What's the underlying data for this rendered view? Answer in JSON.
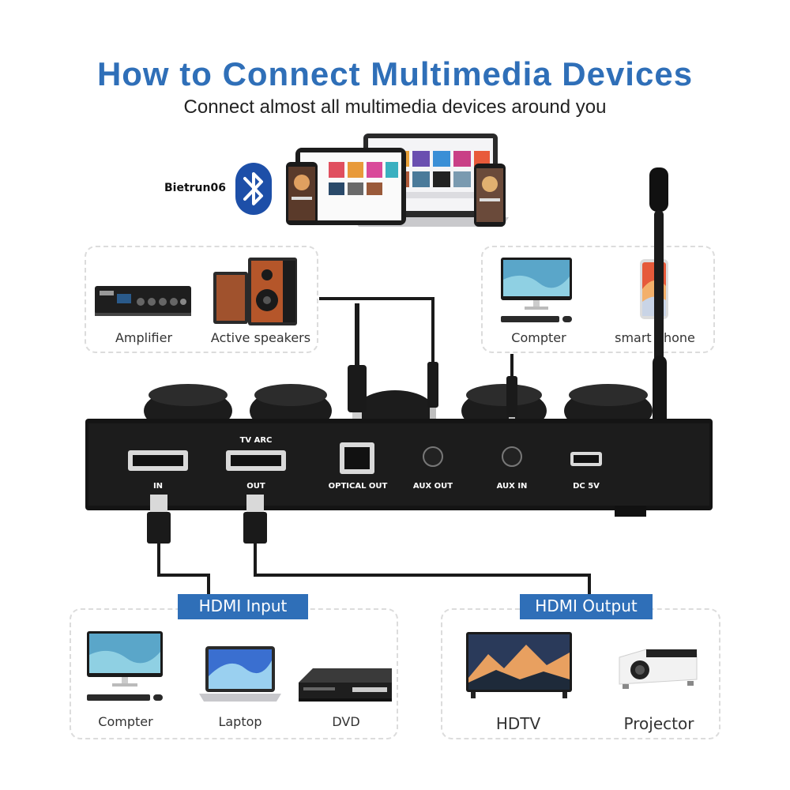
{
  "header": {
    "title": "How to Connect Multimedia Devices",
    "subtitle": "Connect almost all multimedia devices around you"
  },
  "bluetooth": {
    "device_name": "Bietrun06",
    "icon": "bluetooth-icon"
  },
  "output_devices_top": {
    "items": [
      {
        "label": "Amplifier",
        "icon": "amplifier-icon"
      },
      {
        "label": "Active speakers",
        "icon": "speakers-icon"
      }
    ]
  },
  "input_devices_top": {
    "items": [
      {
        "label": "Compter",
        "icon": "desktop-computer-icon"
      },
      {
        "label": "smart phone",
        "icon": "smartphone-icon"
      }
    ]
  },
  "device": {
    "arc_label": "TV ARC",
    "ports": [
      {
        "label": "IN"
      },
      {
        "label": "OUT"
      },
      {
        "label": "OPTICAL OUT"
      },
      {
        "label": "AUX OUT"
      },
      {
        "label": "AUX IN"
      },
      {
        "label": "DC 5V"
      }
    ]
  },
  "hdmi_input": {
    "tag": "HDMI Input",
    "items": [
      {
        "label": "Compter",
        "icon": "desktop-computer-icon"
      },
      {
        "label": "Laptop",
        "icon": "laptop-icon"
      },
      {
        "label": "DVD",
        "icon": "dvd-player-icon"
      }
    ]
  },
  "hdmi_output": {
    "tag": "HDMI Output",
    "items": [
      {
        "label": "HDTV",
        "icon": "tv-icon"
      },
      {
        "label": "Projector",
        "icon": "projector-icon"
      }
    ]
  },
  "colors": {
    "accent": "#2f6fb8",
    "device_body": "#141414",
    "panel_border": "#dcdcdc"
  }
}
